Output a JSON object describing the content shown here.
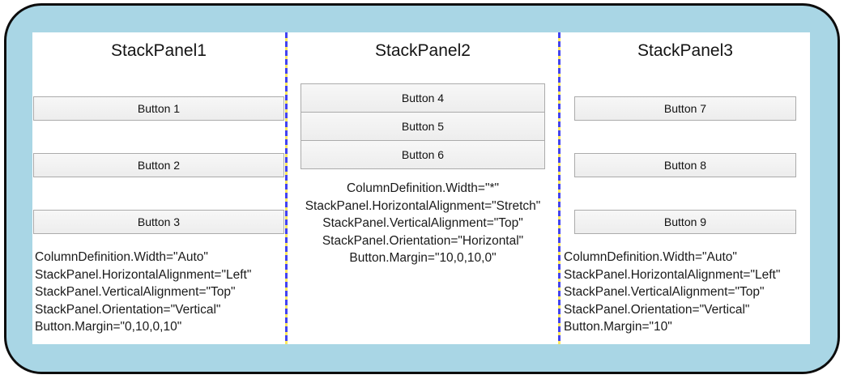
{
  "panels": [
    {
      "title": "StackPanel1",
      "buttons": [
        "Button 1",
        "Button 2",
        "Button 3"
      ],
      "properties": [
        "ColumnDefinition.Width=\"Auto\"",
        "StackPanel.HorizontalAlignment=\"Left\"",
        "StackPanel.VerticalAlignment=\"Top\"",
        "StackPanel.Orientation=\"Vertical\"",
        "Button.Margin=\"0,10,0,10\""
      ]
    },
    {
      "title": "StackPanel2",
      "buttons": [
        "Button 4",
        "Button 5",
        "Button 6"
      ],
      "properties": [
        "ColumnDefinition.Width=\"*\"",
        "StackPanel.HorizontalAlignment=\"Stretch\"",
        "StackPanel.VerticalAlignment=\"Top\"",
        "StackPanel.Orientation=\"Horizontal\"",
        "Button.Margin=\"10,0,10,0\""
      ]
    },
    {
      "title": "StackPanel3",
      "buttons": [
        "Button 7",
        "Button 8",
        "Button 9"
      ],
      "properties": [
        "ColumnDefinition.Width=\"Auto\"",
        "StackPanel.HorizontalAlignment=\"Left\"",
        "StackPanel.VerticalAlignment=\"Top\"",
        "StackPanel.Orientation=\"Vertical\"",
        "Button.Margin=\"10\""
      ]
    }
  ],
  "colors": {
    "frame_fill": "#a9d6e5",
    "frame_border": "#0d0d0d",
    "divider_blue": "#4343f0",
    "divider_yellow": "#ffe95c",
    "button_border": "#ababab"
  }
}
